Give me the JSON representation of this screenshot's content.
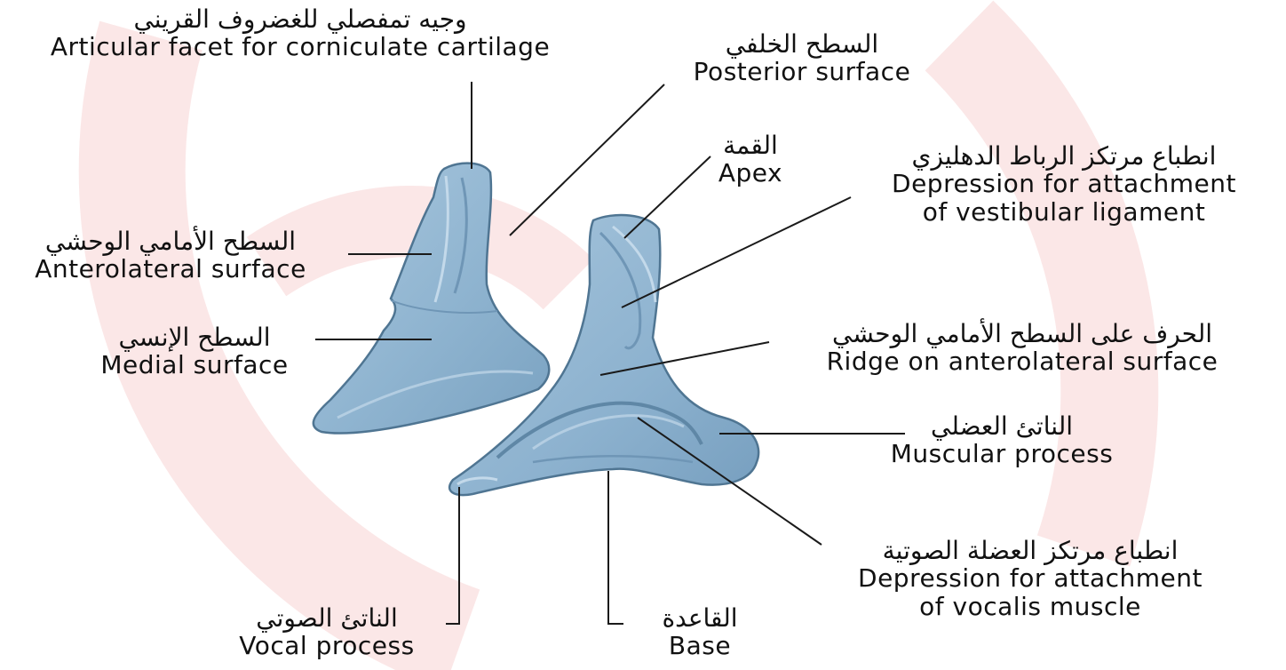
{
  "colors": {
    "background": "#ffffff",
    "watermark": "#fbe7e7",
    "cartilage_fill": "#8fb4d0",
    "cartilage_light": "#b3cfe3",
    "cartilage_shadow": "#6f96b6",
    "cartilage_outline": "#4f7592",
    "leader_line": "#1a1a1a"
  },
  "labels": {
    "corniculate_facet": {
      "ar": "وجيه تمفصلي للغضروف القريني",
      "en": "Articular facet for corniculate cartilage"
    },
    "posterior_surface": {
      "ar": "السطح الخلفي",
      "en": "Posterior surface"
    },
    "apex": {
      "ar": "القمة",
      "en": "Apex"
    },
    "vestibular_depression": {
      "ar": "انطباع مرتكز الرباط الدهليزي",
      "en1": "Depression for attachment",
      "en2": "of vestibular ligament"
    },
    "anterolateral_surface": {
      "ar": "السطح الأمامي الوحشي",
      "en": "Anterolateral surface"
    },
    "medial_surface": {
      "ar": "السطح الإنسي",
      "en": "Medial surface"
    },
    "ridge": {
      "ar": "الحرف على السطح الأمامي الوحشي",
      "en": "Ridge on anterolateral surface"
    },
    "muscular_process": {
      "ar": "الناتئ العضلي",
      "en": "Muscular process"
    },
    "vocalis_depression": {
      "ar": "انطباع مرتكز العضلة الصوتية",
      "en1": "Depression for attachment",
      "en2": "of vocalis muscle"
    },
    "vocal_process": {
      "ar": "الناتئ الصوتي",
      "en": "Vocal process"
    },
    "base": {
      "ar": "القاعدة",
      "en": "Base"
    }
  }
}
